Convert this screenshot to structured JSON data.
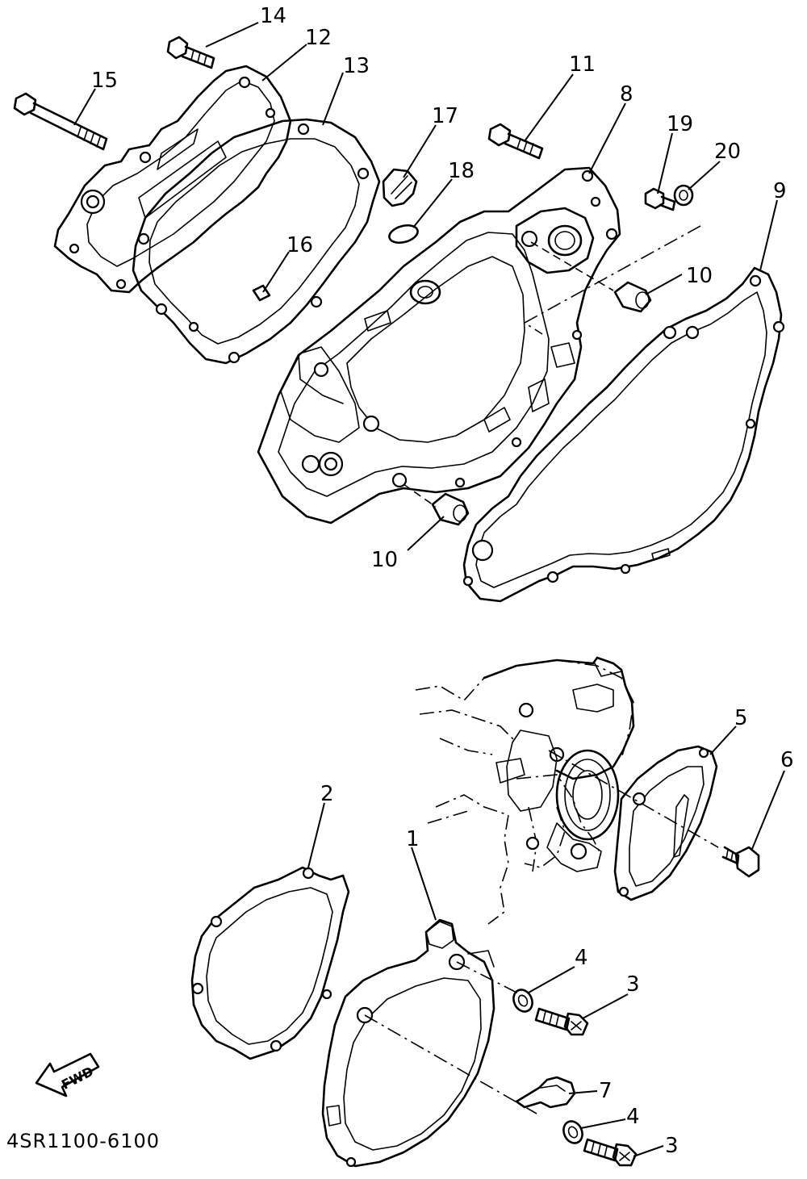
{
  "diagram_code": "4SR1100-6100",
  "fwd_label": "FWD",
  "callouts": [
    {
      "id": "c1",
      "text": "1"
    },
    {
      "id": "c2",
      "text": "2"
    },
    {
      "id": "c3a",
      "text": "3"
    },
    {
      "id": "c3b",
      "text": "3"
    },
    {
      "id": "c4a",
      "text": "4"
    },
    {
      "id": "c4b",
      "text": "4"
    },
    {
      "id": "c5",
      "text": "5"
    },
    {
      "id": "c6",
      "text": "6"
    },
    {
      "id": "c7",
      "text": "7"
    },
    {
      "id": "c8",
      "text": "8"
    },
    {
      "id": "c9",
      "text": "9"
    },
    {
      "id": "c10a",
      "text": "10"
    },
    {
      "id": "c10b",
      "text": "10"
    },
    {
      "id": "c11",
      "text": "11"
    },
    {
      "id": "c12",
      "text": "12"
    },
    {
      "id": "c13",
      "text": "13"
    },
    {
      "id": "c14",
      "text": "14"
    },
    {
      "id": "c15",
      "text": "15"
    },
    {
      "id": "c16",
      "text": "16"
    },
    {
      "id": "c17",
      "text": "17"
    },
    {
      "id": "c18",
      "text": "18"
    },
    {
      "id": "c19",
      "text": "19"
    },
    {
      "id": "c20",
      "text": "20"
    }
  ]
}
